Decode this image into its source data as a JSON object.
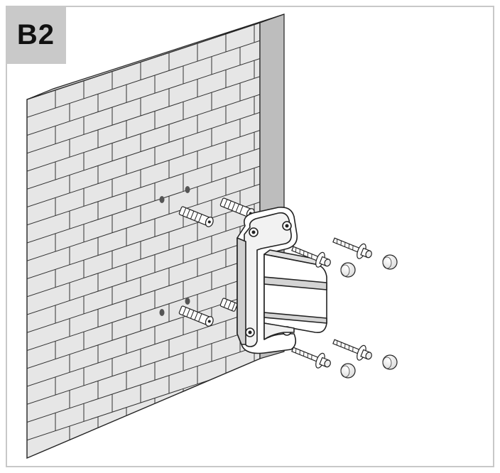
{
  "step": {
    "label": "B2"
  },
  "colors": {
    "frame": "#c8c8c8",
    "badge_bg": "#c9c9c9",
    "wall_face": "#e6e6e6",
    "wall_top": "#d2d2d2",
    "wall_side": "#bdbdbd",
    "bracket": "#ffffff",
    "bracket_shade": "#d0d0d0",
    "outline": "#222222"
  },
  "illustration": {
    "elements": [
      "brick-wall",
      "wall-bracket",
      "wall-plugs",
      "screws",
      "washers",
      "cover-caps"
    ]
  }
}
